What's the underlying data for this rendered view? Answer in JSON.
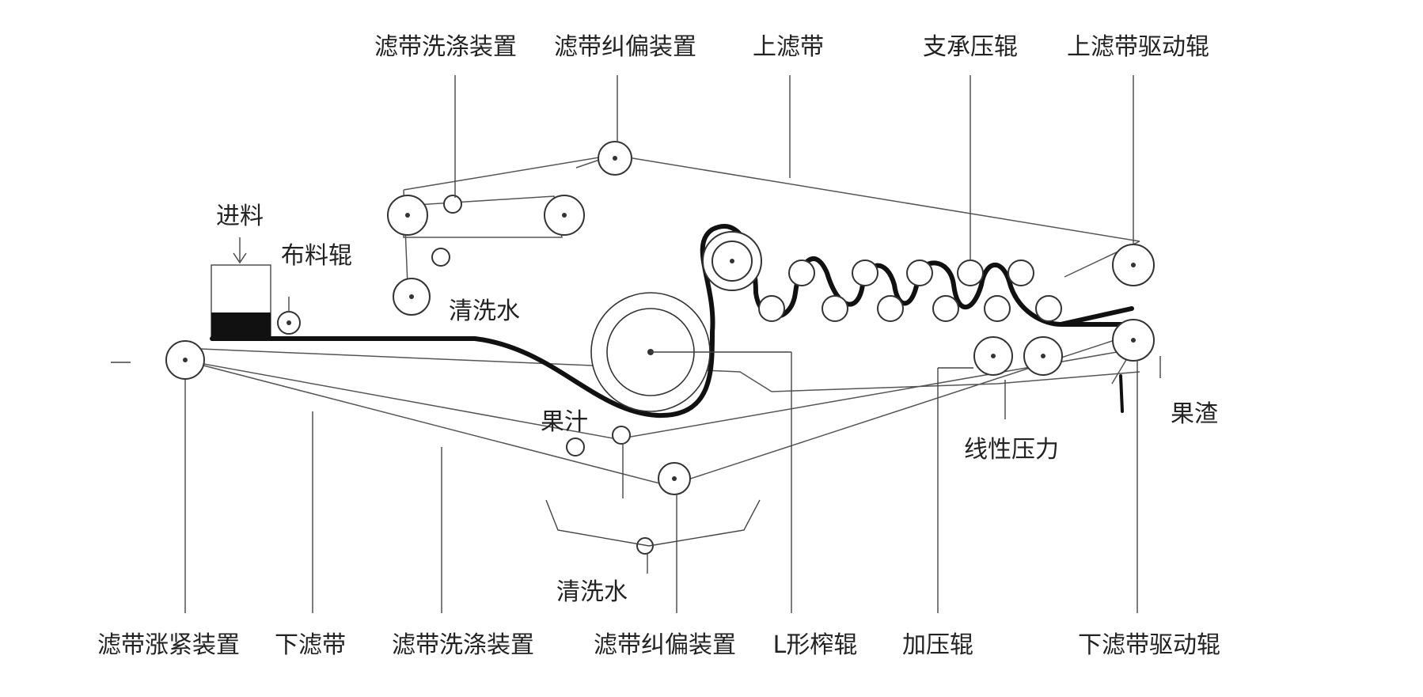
{
  "labels": {
    "top_wash_device": "滤带洗涤装置",
    "top_correction_device": "滤带纠偏装置",
    "upper_belt": "上滤带",
    "support_press_roller": "支承压辊",
    "upper_belt_drive_roller": "上滤带驱动辊",
    "feed": "进料",
    "distribution_roller": "布料辊",
    "wash_water_top": "清洗水",
    "juice": "果汁",
    "pomace": "果渣",
    "linear_pressure": "线性压力",
    "wash_water_bottom": "清洗水",
    "tension_device": "滤带涨紧装置",
    "lower_belt": "下滤带",
    "bottom_wash_device": "滤带洗涤装置",
    "bottom_correction_device": "滤带纠偏装置",
    "l_roller": "L形榨辊",
    "press_roller": "加压辊",
    "lower_belt_drive_roller": "下滤带驱动辊"
  },
  "colors": {
    "line": "#444444",
    "heavy": "#111111",
    "text": "#222222"
  }
}
